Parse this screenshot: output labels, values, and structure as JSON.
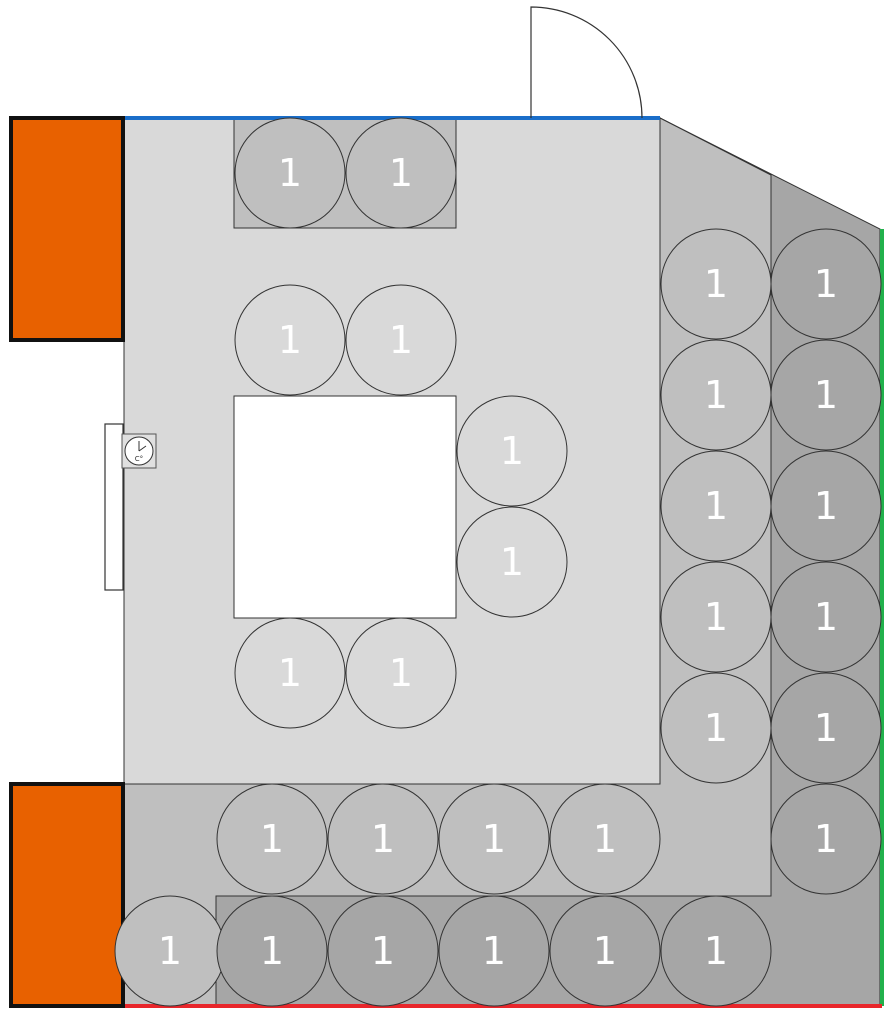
{
  "colors": {
    "zone_main": "#d9d9d9",
    "zone_middle": "#bfbfbf",
    "zone_outer": "#a6a6a6",
    "seat_main": "#d9d9d9",
    "seat_middle": "#bfbfbf",
    "seat_outer": "#a6a6a6",
    "table": "#ffffff",
    "radiator": "#e86100",
    "wall_top": "#1a6ec9",
    "wall_right": "#22b14c",
    "wall_bottom": "#e8262b"
  },
  "icons": {
    "door": "door-swing-icon",
    "thermostat": "thermostat-icon",
    "thermostat_unit": "C°"
  },
  "seats": [
    {
      "zone": "middle",
      "label": "1"
    },
    {
      "zone": "middle",
      "label": "1"
    },
    {
      "zone": "main",
      "label": "1"
    },
    {
      "zone": "main",
      "label": "1"
    },
    {
      "zone": "main",
      "label": "1"
    },
    {
      "zone": "main",
      "label": "1"
    },
    {
      "zone": "main",
      "label": "1"
    },
    {
      "zone": "main",
      "label": "1"
    },
    {
      "zone": "middle",
      "label": "1"
    },
    {
      "zone": "middle",
      "label": "1"
    },
    {
      "zone": "middle",
      "label": "1"
    },
    {
      "zone": "middle",
      "label": "1"
    },
    {
      "zone": "middle",
      "label": "1"
    },
    {
      "zone": "outer",
      "label": "1"
    },
    {
      "zone": "outer",
      "label": "1"
    },
    {
      "zone": "outer",
      "label": "1"
    },
    {
      "zone": "outer",
      "label": "1"
    },
    {
      "zone": "outer",
      "label": "1"
    },
    {
      "zone": "outer",
      "label": "1"
    },
    {
      "zone": "middle",
      "label": "1"
    },
    {
      "zone": "middle",
      "label": "1"
    },
    {
      "zone": "middle",
      "label": "1"
    },
    {
      "zone": "middle",
      "label": "1"
    },
    {
      "zone": "middle",
      "label": "1"
    },
    {
      "zone": "outer",
      "label": "1"
    },
    {
      "zone": "outer",
      "label": "1"
    },
    {
      "zone": "outer",
      "label": "1"
    },
    {
      "zone": "outer",
      "label": "1"
    },
    {
      "zone": "outer",
      "label": "1"
    }
  ]
}
